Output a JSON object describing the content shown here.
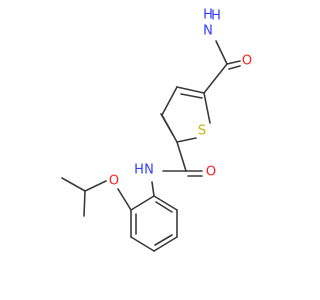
{
  "molecule": {
    "colors": {
      "bond": "#3a3a3a",
      "nitrogen": "#2f3dff",
      "oxygen": "#ff1f1f",
      "sulfur": "#c8b400"
    },
    "atoms": {
      "nh2_n": "N",
      "nh2_h1": "H",
      "nh2_h2": "H",
      "carbonyl_top_o": "O",
      "ring_s": "S",
      "amide_n": "N",
      "amide_h": "H",
      "carbonyl_mid_o": "O",
      "ether_o": "O"
    }
  }
}
